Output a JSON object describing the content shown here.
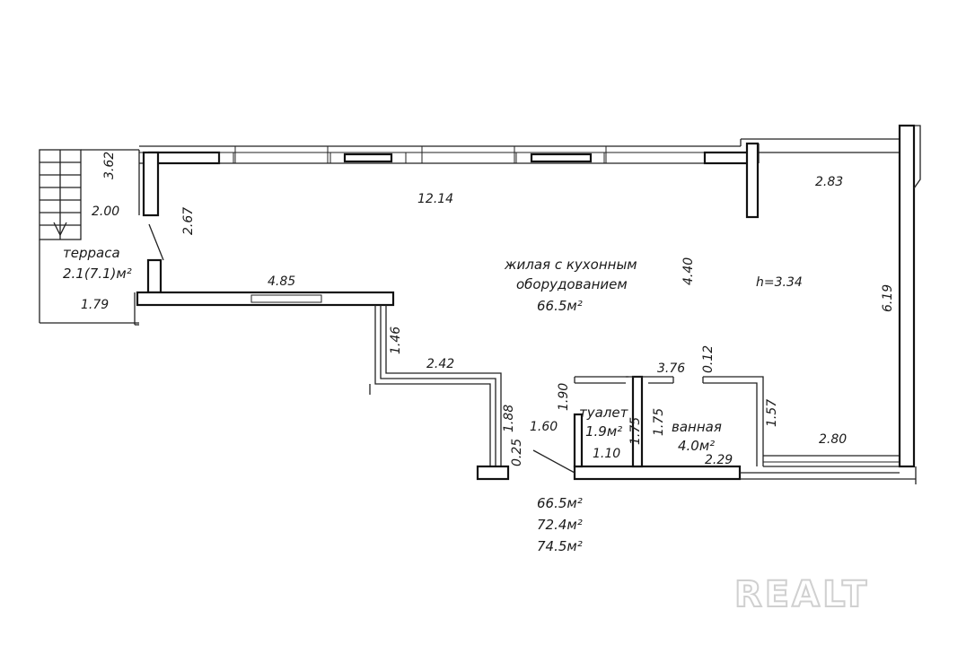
{
  "rooms": {
    "terrace_label": "терраса",
    "terrace_area": "2.1(7.1)м²",
    "living_label_1": "жилая с кухонным",
    "living_label_2": "оборудованием",
    "living_area": "66.5м²",
    "toilet_label": "туалет",
    "toilet_area": "1.9м²",
    "bath_label": "ванная",
    "bath_area": "4.0м²"
  },
  "ceiling_height": "h=3.34",
  "dimensions": {
    "d_362": "3.62",
    "d_200": "2.00",
    "d_267": "2.67",
    "d_179": "1.79",
    "d_1214": "12.14",
    "d_283": "2.83",
    "d_485": "4.85",
    "d_440": "4.40",
    "d_619": "6.19",
    "d_146": "1.46",
    "d_242": "2.42",
    "d_376": "3.76",
    "d_012": "0.12",
    "d_190": "1.90",
    "d_188": "1.88",
    "d_160": "1.60",
    "d_025": "0.25",
    "d_175a": "1.75",
    "d_175b": "1.75",
    "d_110": "1.10",
    "d_157": "1.57",
    "d_229": "2.29",
    "d_280": "2.80"
  },
  "totals": {
    "living": "66.5м²",
    "total": "72.4м²",
    "total_with_terrace": "74.5м²"
  },
  "watermark": "REALT"
}
